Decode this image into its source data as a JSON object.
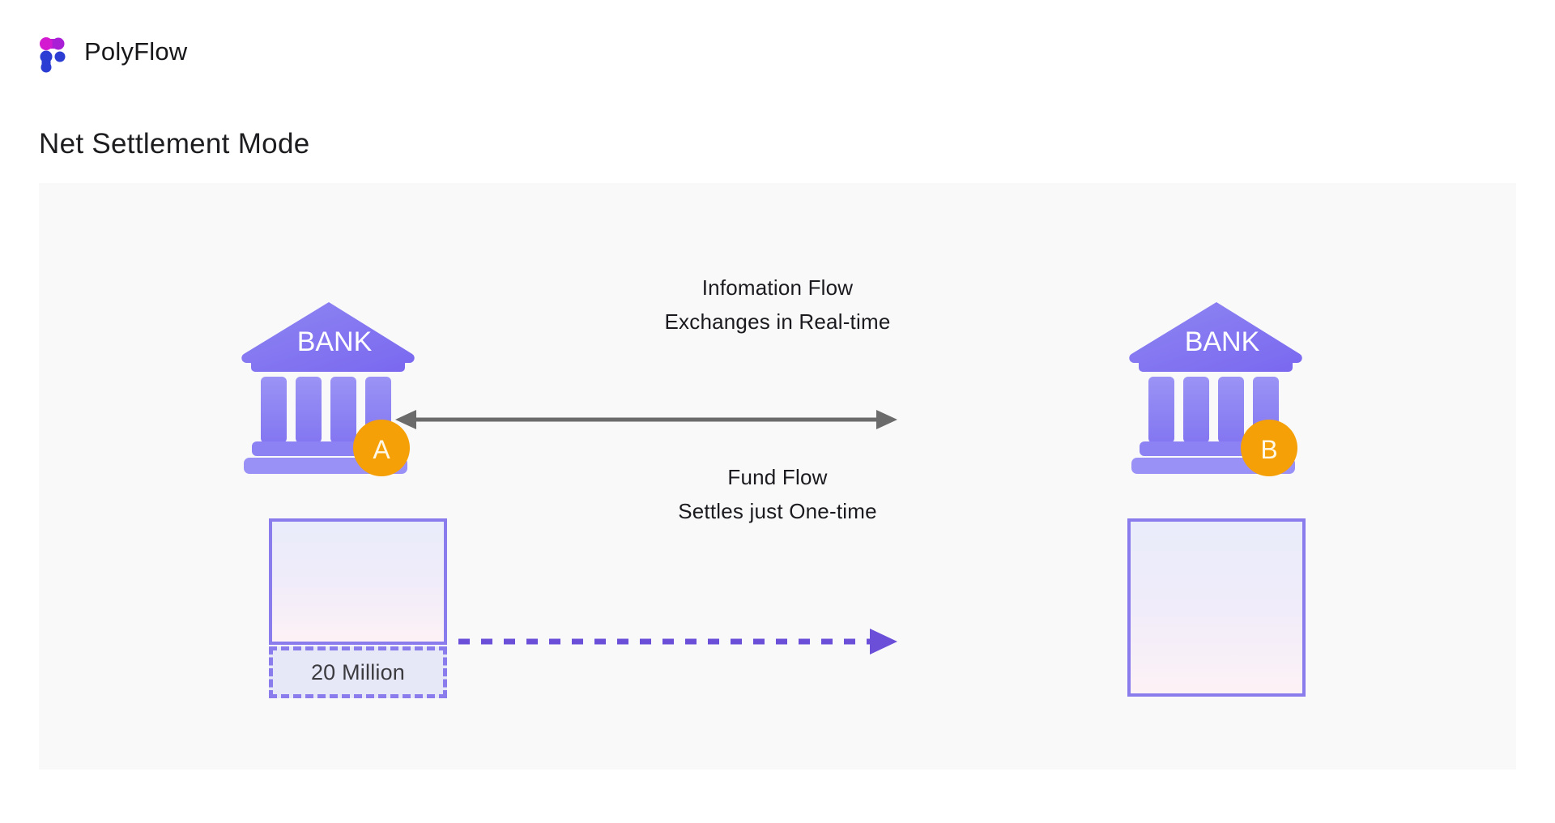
{
  "brand": {
    "name": "PolyFlow",
    "logo_icon": "polyflow-logo-icon",
    "logo_colors": {
      "top": "#cf1fd6",
      "bottom": "#2f3fd0"
    }
  },
  "page": {
    "title": "Net Settlement Mode",
    "background": "#ffffff",
    "panel_background": "#f9f9fa"
  },
  "diagram": {
    "type": "flow-diagram",
    "banks": [
      {
        "id": "bank-a",
        "label": "BANK",
        "badge": "A",
        "badge_color": "#f5a007",
        "side": "left"
      },
      {
        "id": "bank-b",
        "label": "BANK",
        "badge": "B",
        "badge_color": "#f5a007",
        "side": "right"
      }
    ],
    "flows": [
      {
        "id": "information-flow",
        "line1": "Infomation Flow",
        "line2": "Exchanges in Real-time",
        "arrow": "double-headed",
        "style": "solid",
        "color": "#6b6b6b"
      },
      {
        "id": "fund-flow",
        "line1": "Fund Flow",
        "line2": "Settles just One-time",
        "arrow": "right",
        "style": "dashed",
        "color": "#6b4fd8"
      }
    ],
    "boxes": [
      {
        "id": "ledger-box-a",
        "side": "left",
        "border": "solid",
        "border_color": "#8b7ced",
        "value": ""
      },
      {
        "id": "amount-box-a",
        "side": "left",
        "border": "dashed",
        "border_color": "#8b7ced",
        "value": "20 Million"
      },
      {
        "id": "ledger-box-b",
        "side": "right",
        "border": "solid",
        "border_color": "#8b7ced",
        "value": ""
      }
    ]
  }
}
